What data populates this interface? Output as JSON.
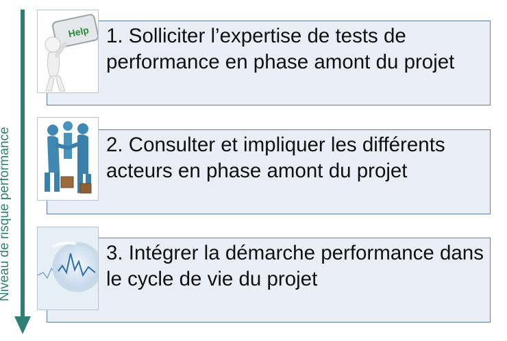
{
  "axis": {
    "label": "Niveau de risque performance"
  },
  "steps": [
    {
      "text": "1. Solliciter l’expertise de tests de performance en phase amont du projet",
      "icon": "help-key-figure-icon",
      "icon_text": "Help"
    },
    {
      "text": "2. Consulter et impliquer les différents acteurs en phase amont du projet",
      "icon": "team-handshake-icon"
    },
    {
      "text": "3. Intégrer la démarche performance dans le cycle de vie du projet",
      "icon": "chart-magnifier-icon"
    }
  ],
  "colors": {
    "axis": "#2f7f74",
    "box_fill": "#e9eef7",
    "box_border": "#5b7fa8"
  }
}
